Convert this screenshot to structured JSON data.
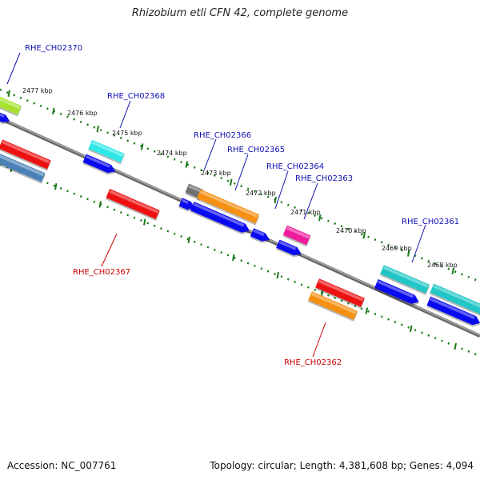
{
  "title": "Rhizobium etli CFN 42, complete genome",
  "footer": {
    "accession": "Accession: NC_007761",
    "summary": "Topology: circular; Length: 4,381,608 bp; Genes: 4,094"
  },
  "ticks": [
    "2477 kbp",
    "2476 kbp",
    "2475 kbp",
    "2474 kbp",
    "2473 kbp",
    "2472 kbp",
    "2471 kbp",
    "2470 kbp",
    "2469 kbp",
    "2468 kbp"
  ],
  "gene_labels": {
    "top": [
      "RHE_CH02370",
      "RHE_CH02368",
      "RHE_CH02366",
      "RHE_CH02365",
      "RHE_CH02364",
      "RHE_CH02363",
      "RHE_CH02361"
    ],
    "bottom": [
      "RHE_CH02367",
      "RHE_CH02362"
    ]
  },
  "colors": {
    "backbone": "#808080",
    "forward_label": "#1010b0",
    "reverse_label": "#cc0000",
    "tick_dots": "#1a7a1a",
    "cds": "#0a0af0",
    "lime": "#a6e22e",
    "cyan": "#2ee8e8",
    "teal": "#22c6c6",
    "red": "#ee1111",
    "orange": "#f59012",
    "magenta": "#ee1c9c",
    "steel": "#4a82b8",
    "gray": "#707070"
  }
}
